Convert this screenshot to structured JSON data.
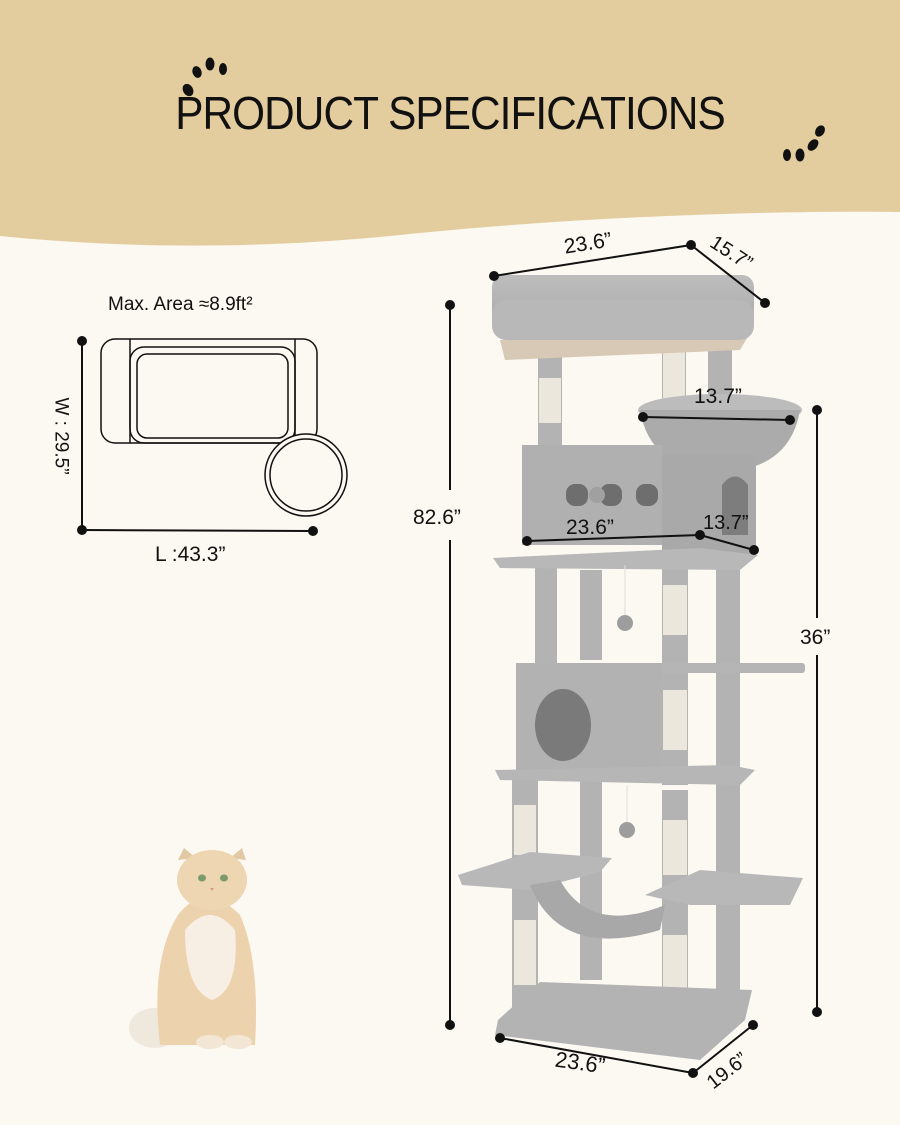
{
  "header": {
    "title": "PRODUCT SPECIFICATIONS",
    "background_color": "#e3cd9f",
    "page_background": "#fcf9f2"
  },
  "footprint": {
    "area_label": "Max. Area ≈8.9ft²",
    "width_label": "W : 29.5”",
    "length_label": "L :43.3”"
  },
  "dimensions": {
    "top_width": "23.6”",
    "top_depth": "15.7”",
    "basket_diameter": "13.7”",
    "mid_width": "23.6”",
    "mid_depth": "13.7”",
    "total_height": "82.6”",
    "lower_height": "36”",
    "base_width": "23.6”",
    "base_depth": "19.6”"
  },
  "images": {
    "cat": "cat-photo",
    "product": "cat-tree-photo"
  }
}
